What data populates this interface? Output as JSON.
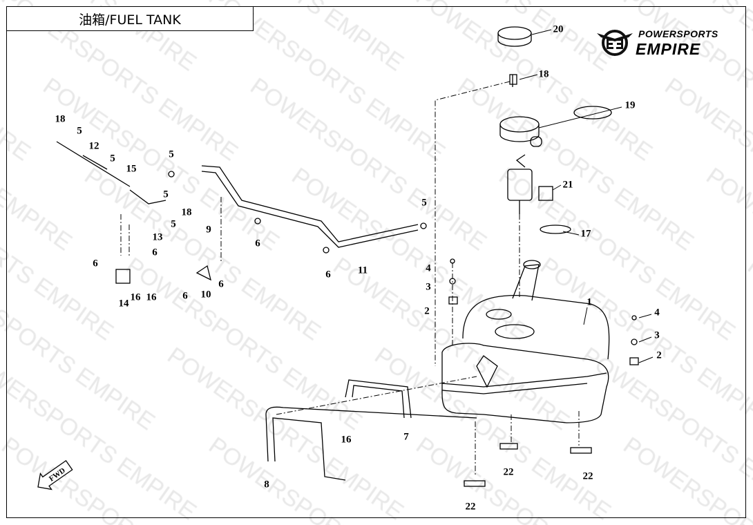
{
  "title": "油箱/FUEL TANK",
  "logo": {
    "line1": "POWERSPORTS",
    "line2": "EMPIRE"
  },
  "watermark": "POWERSPORTS EMPIRE",
  "fwd_label": "FWD",
  "callouts": [
    "20",
    "18",
    "19",
    "21",
    "17",
    "1",
    "4",
    "3",
    "2",
    "4",
    "3",
    "2",
    "5",
    "11",
    "6",
    "6",
    "5",
    "15",
    "18",
    "5",
    "12",
    "5",
    "5",
    "18",
    "5",
    "13",
    "6",
    "6",
    "14",
    "16",
    "16",
    "9",
    "10",
    "6",
    "6",
    "7",
    "8",
    "16",
    "22",
    "22",
    "22"
  ]
}
